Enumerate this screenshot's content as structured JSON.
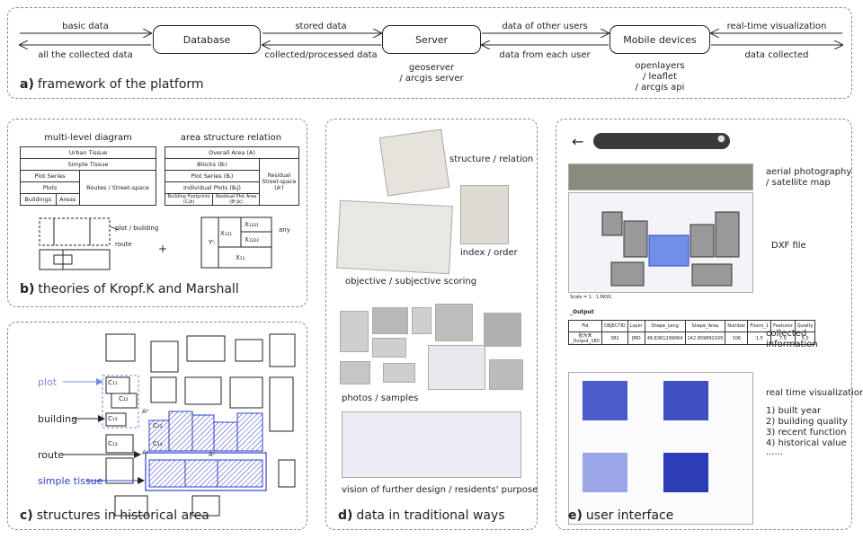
{
  "panel_a": {
    "title_letter": "a)",
    "title": "framework of the platform",
    "nodes": {
      "database": "Database",
      "server": "Server",
      "mobile": "Mobile devices"
    },
    "arrows": {
      "left_top": "basic data",
      "left_bottom": "all the collected data",
      "mid1_top": "stored data",
      "mid1_bottom": "collected/processed data",
      "mid2_top": "data of other users",
      "mid2_bottom": "data from each user",
      "right_top": "real-time visualization",
      "right_bottom": "data collected"
    },
    "server_note": [
      "geoserver",
      "/ arcgis server"
    ],
    "mobile_note": [
      "openlayers",
      "/ leaflet",
      "/ arcgis api"
    ]
  },
  "panel_b": {
    "title_letter": "b)",
    "title": "theories of Kropf.K and Marshall",
    "left_heading": "multi-level diagram",
    "right_heading": "area structure relation",
    "left_rows": [
      "Urban Tissue",
      "Simple Tissue",
      "Plot Series",
      "Plots"
    ],
    "left_side": "Routes / Street-space",
    "left_bottom": [
      "Buildings",
      "Areas"
    ],
    "right_rows": [
      "Overall Area (A)",
      "Blocks (Bᵢ)",
      "Plot Series (Bᵢ)",
      "Individual Plots (Bᵢj)"
    ],
    "right_bottom": [
      "Building Footprints",
      "(Cᵢjk)",
      "Residual Plot Area",
      "(Bᵖᵢjk)"
    ],
    "right_side": [
      "Residual",
      "Street-space",
      "(Aʳ)"
    ],
    "diagram_labels": {
      "plot_building": "plot / building",
      "route": "route",
      "plus": "+",
      "any": "any",
      "y": "Yʳᵢ"
    },
    "cells": [
      "X₁₂₁",
      "X₁₂₂₁",
      "X₁₂₂₂",
      "X₁₁"
    ]
  },
  "panel_c": {
    "title_letter": "c)",
    "title": "structures in historical area",
    "labels": {
      "plot": "plot",
      "building": "building",
      "route": "route",
      "simple_tissue": "simple tissue"
    },
    "marks": [
      "C₁₁",
      "C₁₂",
      "C₁₃",
      "C₁₂",
      "C₁₃",
      "C₁₄",
      "Aᵉ",
      "Aᵉ",
      "Aᵉ"
    ]
  },
  "panel_d": {
    "title_letter": "d)",
    "title": "data in traditional ways",
    "captions": {
      "structure": "structure / relation",
      "index": "index / order",
      "scoring": "objective / subjective scoring",
      "photos": "photos / samples",
      "vision": "vision of further design / residents' purpose"
    }
  },
  "panel_e": {
    "title_letter": "e)",
    "title": "user interface",
    "captions": {
      "aerial": [
        "aerial photography",
        "/ satellite map"
      ],
      "dxf": "DXF file",
      "collected": [
        "collected",
        "information"
      ],
      "realtime": "real time visualization",
      "list": [
        "1) built year",
        "2) building quality",
        "3) recent function",
        "4) historical value",
        "......"
      ]
    },
    "table": {
      "heading": "_Output",
      "headers": [
        "Fid",
        "OBJECTID",
        "Layer",
        "Shape_Leng",
        "Shape_Area",
        "Number",
        "Floors_1",
        "Features",
        "Quality"
      ],
      "row": [
        "批为未_Output_180",
        "382",
        "JMD",
        "48.8361299064",
        "142.959892109",
        "106",
        "1.5",
        "7.0",
        "5.0"
      ]
    },
    "scale": "Scale = 1 : 1.8K91"
  },
  "colors": {
    "accent": "#3040c8",
    "plot_blue": "#6f8fd8",
    "line": "#222222"
  }
}
